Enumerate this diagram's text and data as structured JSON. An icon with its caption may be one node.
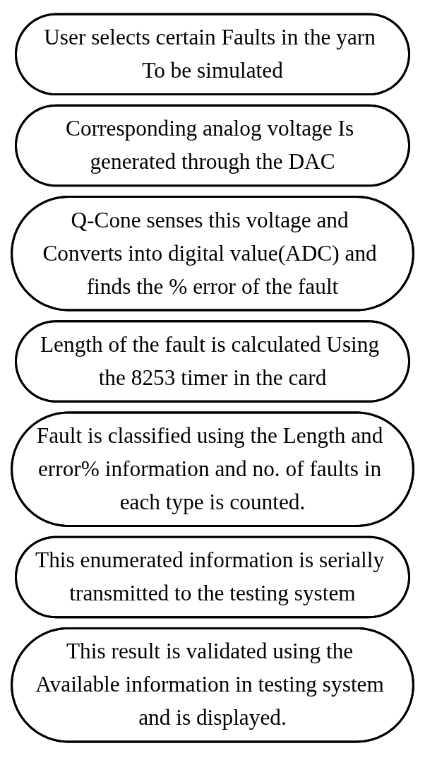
{
  "diagram": {
    "nodes": [
      {
        "text": [
          "User selects certain Faults in the yarn To be simulated"
        ]
      },
      {
        "text": [
          "Corresponding analog voltage Is generated through the DAC"
        ]
      },
      {
        "text": [
          "Q-Cone senses this voltage and Converts into digital value(ADC) and finds the % error of the fault"
        ]
      },
      {
        "text": [
          "Length of the fault is calculated Using the 8253 timer in the card"
        ]
      },
      {
        "text": [
          "Fault is classified using the Length and error% information and no. of faults in each type is counted."
        ]
      },
      {
        "text": [
          "This enumerated information is serially transmitted to the testing system"
        ]
      },
      {
        "text": [
          "This result is validated using the Available information in testing system and is displayed."
        ]
      }
    ],
    "edges": []
  }
}
